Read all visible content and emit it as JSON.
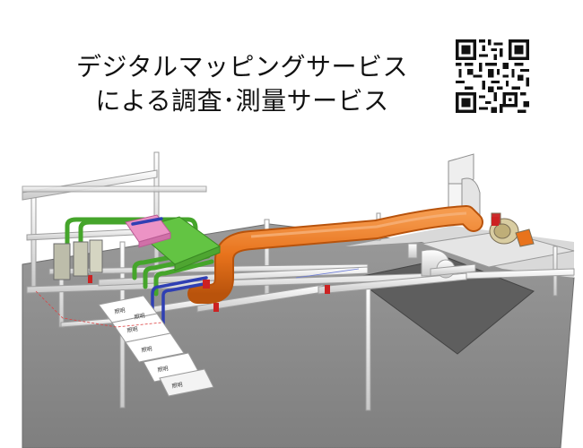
{
  "headline": {
    "line1": "デジタルマッピングサービス",
    "line2": "による調査･測量サービス"
  },
  "qr_code": {
    "icon": "qr-code-icon",
    "color": "#111111"
  },
  "illustration": {
    "icon": "3d-pipe-mapping-illustration",
    "colors": {
      "orange_duct": "#e8731c",
      "green_pipe": "#5cc43c",
      "pink_pipe": "#e985bd",
      "blue_pipe": "#3a4bbd",
      "floor": "#8a8a8a",
      "white_pipe": "#f2f2f2"
    },
    "labels": [
      "照明",
      "照明",
      "照明",
      "照明",
      "照明",
      "照明"
    ]
  }
}
